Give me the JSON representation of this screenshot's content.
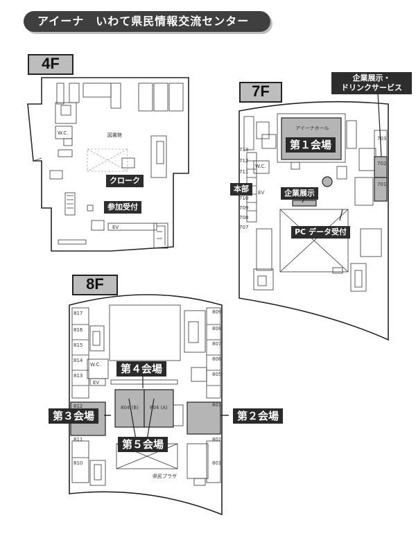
{
  "title": "アイーナ　いわて県民情報交流センター",
  "floors": {
    "f4": {
      "label": "4F",
      "library": "図書館",
      "cloak": "クローク",
      "reception": "参加受付",
      "wc": "W.C.",
      "ev": "EV"
    },
    "f7": {
      "label": "7F",
      "hall_name": "アイーナホール",
      "hall1": "第１会場",
      "exhibit_note": "企業展示・\nドリンクサービス",
      "hq": "本部",
      "exhibit": "企業展示",
      "pc": "PC データ受付",
      "rooms": [
        "703",
        "702",
        "701",
        "713",
        "712",
        "711",
        "710",
        "709",
        "708",
        "707"
      ],
      "wc": "W.C.",
      "ev": "EV"
    },
    "f8": {
      "label": "8F",
      "hall4": "第４会場",
      "hall3": "第３会場",
      "hall2": "第２会場",
      "hall5": "第５会場",
      "plaza": "県民プラザ",
      "room_804b": "804 (B)",
      "room_804a": "804 (A)",
      "left_rooms": [
        "817",
        "816",
        "815",
        "814",
        "813",
        "812",
        "811",
        "810"
      ],
      "right_rooms": [
        "809",
        "808",
        "807",
        "806",
        "805",
        "803",
        "802",
        "801"
      ],
      "wc": "W.C.",
      "ev": "EV"
    }
  },
  "colors": {
    "dark": "#2d2d2d",
    "grey": "#b5b5b5",
    "banner": "#3f3f3f"
  }
}
